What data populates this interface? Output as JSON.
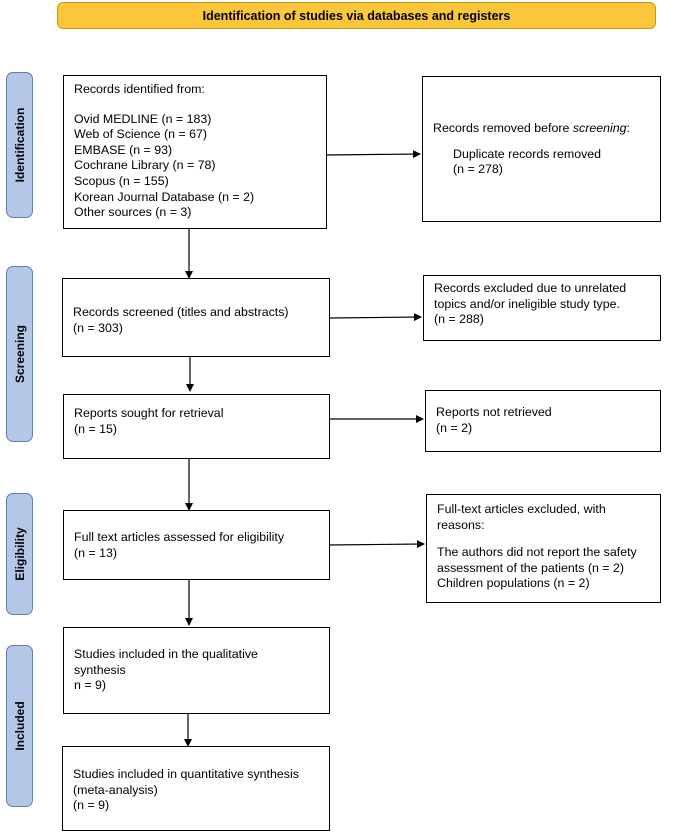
{
  "header": {
    "title": "Identification of studies via databases and registers"
  },
  "phases": {
    "identification": "Identification",
    "screening": "Screening",
    "eligibility": "Eligibility",
    "included": "Included"
  },
  "identified": {
    "title": "Records identified from:",
    "sources": [
      "Ovid MEDLINE (n = 183)",
      "Web of Science (n = 67)",
      "EMBASE (n = 93)",
      "Cochrane Library (n = 78)",
      "Scopus (n = 155)",
      "Korean Journal Database (n = 2)",
      "Other sources (n = 3)"
    ]
  },
  "removed": {
    "title_prefix": "Records removed before ",
    "title_emphasis": "screening",
    "title_suffix": ":",
    "label": "Duplicate records removed",
    "count": "(n = 278)"
  },
  "screened": {
    "label": "Records screened (titles and abstracts)",
    "count": "(n = 303)"
  },
  "excluded_screen": {
    "line1": "Records excluded due to unrelated",
    "line2": "topics and/or ineligible study type.",
    "count": "(n = 288)"
  },
  "sought": {
    "label": "Reports sought for retrieval",
    "count": "(n = 15)"
  },
  "not_retrieved": {
    "label": "Reports not retrieved",
    "count": "(n = 2)"
  },
  "assessed": {
    "label": "Full text articles assessed for eligibility",
    "count": "(n = 13)"
  },
  "excluded_full": {
    "line1": "Full-text articles excluded, with",
    "line2": "reasons:",
    "reason1a": "The authors did not report the safety",
    "reason1b": "assessment of the patients (n = 2)",
    "reason2": "Children populations (n = 2)"
  },
  "qualitative": {
    "line1": "Studies included in the qualitative",
    "line2": "synthesis",
    "count": "n = 9)"
  },
  "quantitative": {
    "line1": "Studies included in quantitative synthesis",
    "line2": "(meta-analysis)",
    "count": "(n = 9)"
  }
}
